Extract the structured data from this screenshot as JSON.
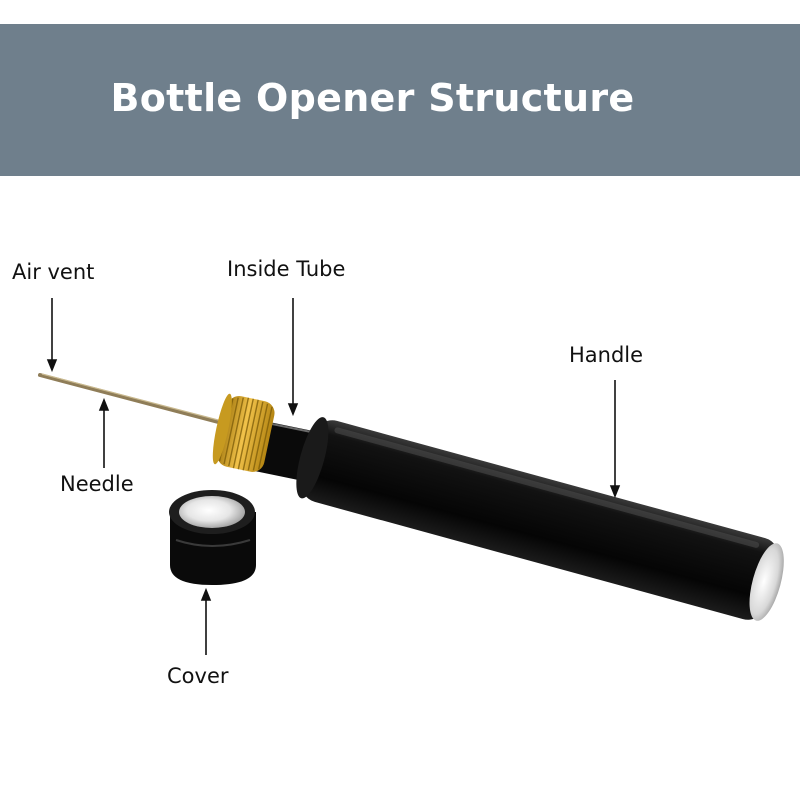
{
  "banner": {
    "title": "Bottle Opener Structure",
    "background": "#6f7f8c"
  },
  "labels": {
    "air_vent": "Air vent",
    "inside_tube": "Inside Tube",
    "handle": "Handle",
    "needle": "Needle",
    "cover": "Cover"
  },
  "colors": {
    "handle": "#0b0b0b",
    "knurled_nut": "#d4a017",
    "needle": "#9a8a6a",
    "arrow": "#111111"
  }
}
